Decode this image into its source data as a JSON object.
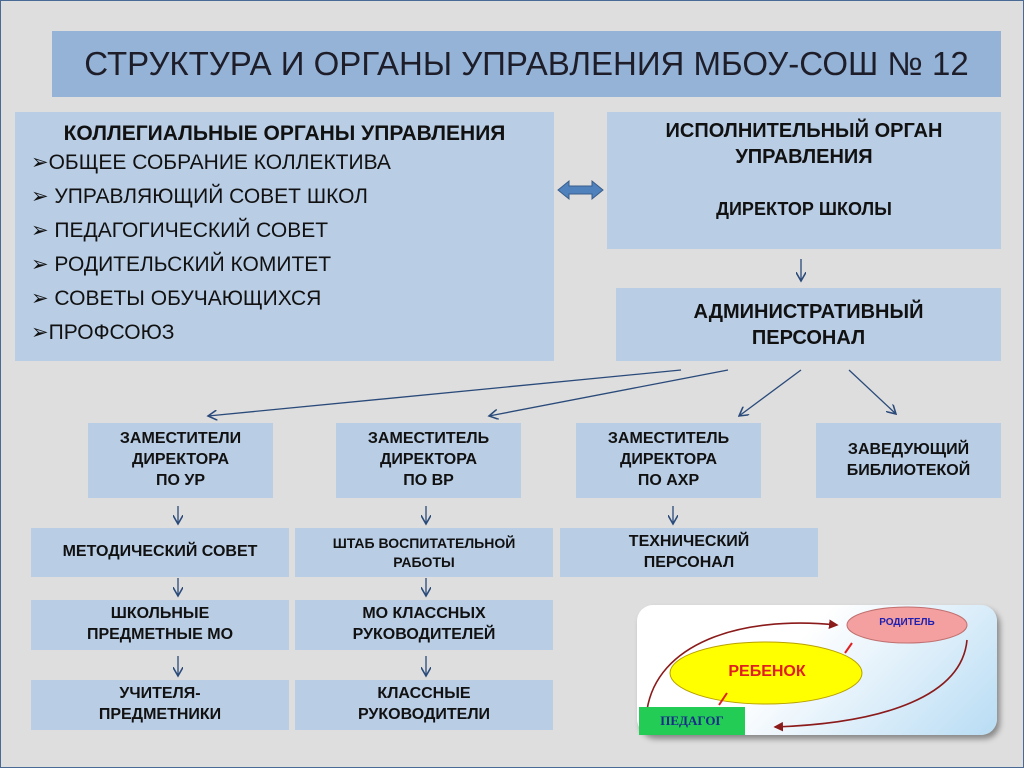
{
  "title": "СТРУКТУРА И ОРГАНЫ УПРАВЛЕНИЯ МБОУ-СОШ № 12",
  "collegial": {
    "heading": "КОЛЛЕГИАЛЬНЫЕ ОРГАНЫ УПРАВЛЕНИЯ",
    "items": [
      "➢ОБЩЕЕ СОБРАНИЕ КОЛЛЕКТИВА",
      "➢ УПРАВЛЯЮЩИЙ СОВЕТ ШКОЛ",
      "➢ ПЕДАГОГИЧЕСКИЙ СОВЕТ",
      "➢ РОДИТЕЛЬСКИЙ КОМИТЕТ",
      "➢ СОВЕТЫ ОБУЧАЮЩИХСЯ",
      "➢ПРОФСОЮЗ"
    ]
  },
  "executive": {
    "line1": "ИСПОЛНИТЕЛЬНЫЙ ОРГАН",
    "line2": "УПРАВЛЕНИЯ",
    "line3": "ДИРЕКТОР ШКОЛЫ"
  },
  "admin": {
    "line1": "АДМИНИСТРАТИВНЫЙ",
    "line2": "ПЕРСОНАЛ"
  },
  "deputies": [
    {
      "l1": "ЗАМЕСТИТЕЛИ",
      "l2": "ДИРЕКТОРА",
      "l3": "ПО УР"
    },
    {
      "l1": "ЗАМЕСТИТЕЛЬ",
      "l2": "ДИРЕКТОРА",
      "l3": "ПО ВР"
    },
    {
      "l1": "ЗАМЕСТИТЕЛЬ",
      "l2": "ДИРЕКТОРА",
      "l3": "ПО АХР"
    },
    {
      "l1": "ЗАВЕДУЮЩИЙ",
      "l2": "БИБЛИОТЕКОЙ"
    }
  ],
  "level2": {
    "method": "МЕТОДИЧЕСКИЙ СОВЕТ",
    "shtab1": "ШТАБ ВОСПИТАТЕЛЬНОЙ",
    "shtab2": "РАБОТЫ",
    "tech1": "ТЕХНИЧЕСКИЙ",
    "tech2": "ПЕРСОНАЛ"
  },
  "level3": {
    "mo1": "ШКОЛЬНЫЕ",
    "mo2": "ПРЕДМЕТНЫЕ МО",
    "mok1": "МО КЛАССНЫХ",
    "mok2": "РУКОВОДИТЕЛЕЙ"
  },
  "level4": {
    "t1": "УЧИТЕЛЯ-",
    "t2": "ПРЕДМЕТНИКИ",
    "k1": "КЛАССНЫЕ",
    "k2": "РУКОВОДИТЕЛИ"
  },
  "cycle": {
    "parent": "РОДИТЕЛЬ",
    "child": "РЕБЕНОК",
    "teacher": "ПЕДАГОГ"
  },
  "colors": {
    "title_bg": "#95b3d7",
    "box_bg": "#b9cde5",
    "background": "#dedede"
  }
}
